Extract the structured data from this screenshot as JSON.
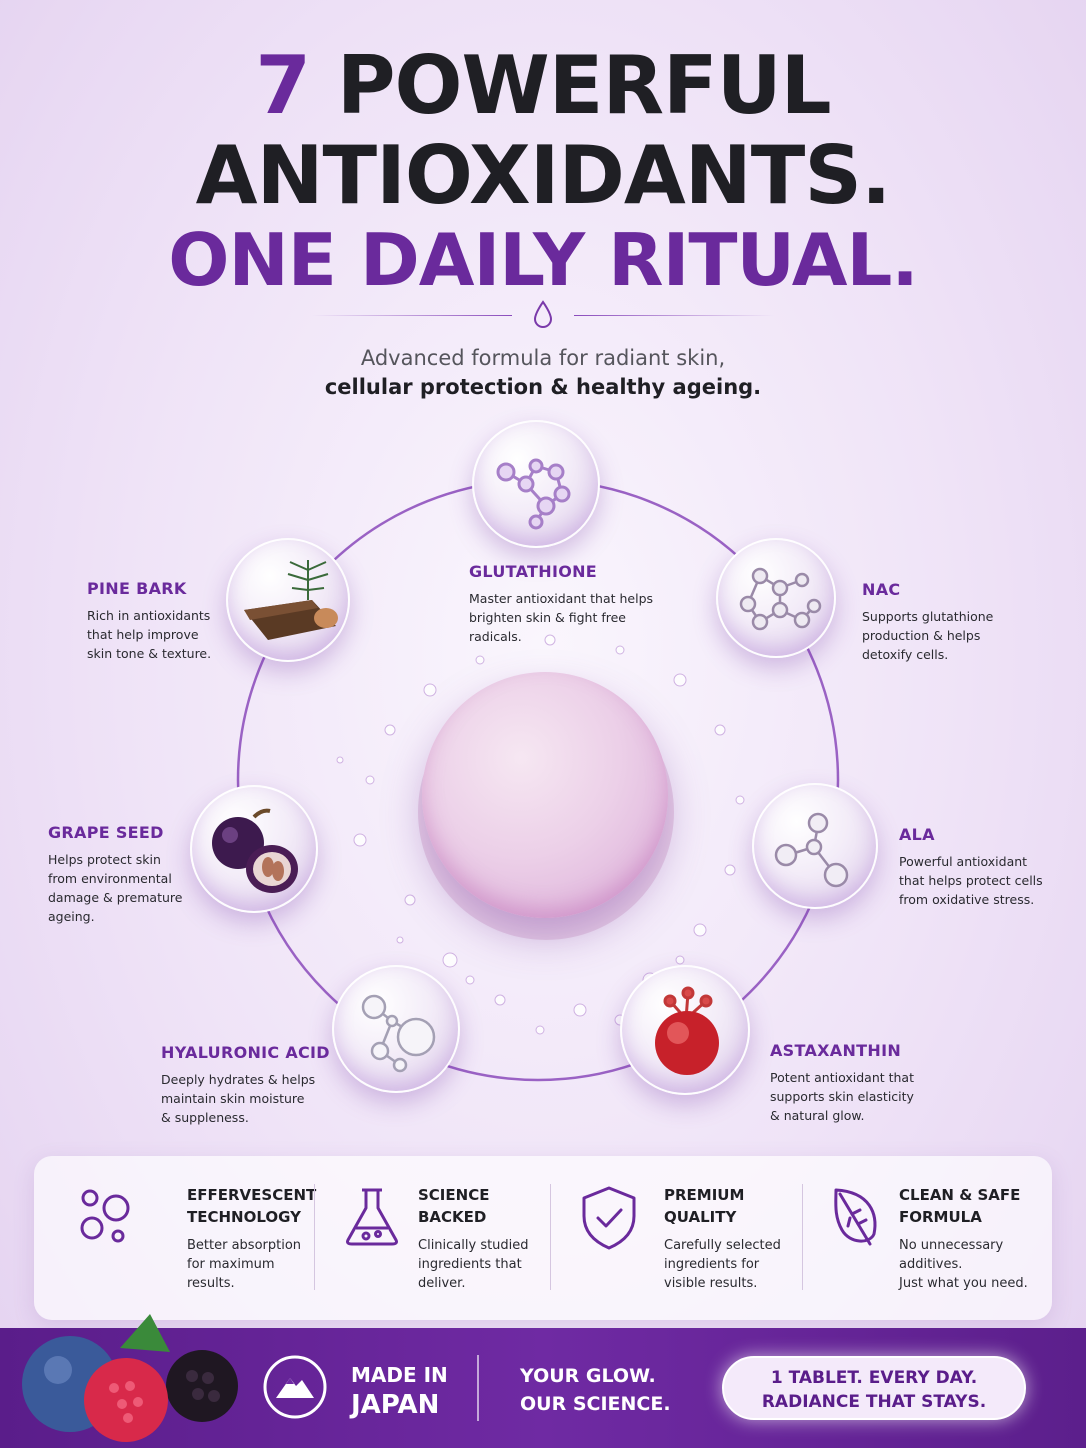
{
  "headline": {
    "line1_num": "7",
    "line1_rest": "POWERFUL",
    "line2": "ANTIOXIDANTS.",
    "line3": "ONE DAILY RITUAL."
  },
  "subtitle": {
    "line1": "Advanced formula for radiant skin,",
    "line2": "cellular protection & healthy ageing."
  },
  "ingredients": [
    {
      "title": "GLUTATHIONE",
      "desc": [
        "Master antioxidant that helps",
        "brighten skin & fight free",
        "radicals."
      ],
      "icon": "molecule-icon"
    },
    {
      "title": "NAC",
      "desc": [
        "Supports glutathione",
        "production & helps",
        "detoxify cells."
      ],
      "icon": "molecule-icon"
    },
    {
      "title": "ALA",
      "desc": [
        "Powerful antioxidant",
        "that helps protect cells",
        "from oxidative stress."
      ],
      "icon": "molecule-icon"
    },
    {
      "title": "ASTAXANTHIN",
      "desc": [
        "Potent antioxidant that",
        "supports skin elasticity",
        "& natural glow."
      ],
      "icon": "red-molecule-icon"
    },
    {
      "title": "HYALURONIC ACID",
      "desc": [
        "Deeply hydrates & helps",
        "maintain skin moisture",
        "& suppleness."
      ],
      "icon": "bubble-molecule-icon"
    },
    {
      "title": "GRAPE SEED",
      "desc": [
        "Helps protect skin",
        "from environmental",
        "damage & premature",
        "ageing."
      ],
      "icon": "grape-icon"
    },
    {
      "title": "PINE BARK",
      "desc": [
        "Rich in antioxidants",
        "that help improve",
        "skin tone & texture."
      ],
      "icon": "pine-bark-icon"
    }
  ],
  "features": [
    {
      "title": [
        "EFFERVESCENT",
        "TECHNOLOGY"
      ],
      "desc": [
        "Better absorption",
        "for maximum",
        "results."
      ],
      "icon": "bubbles-icon"
    },
    {
      "title": [
        "SCIENCE",
        "BACKED"
      ],
      "desc": [
        "Clinically studied",
        "ingredients that",
        "deliver."
      ],
      "icon": "flask-icon"
    },
    {
      "title": [
        "PREMIUM",
        "QUALITY"
      ],
      "desc": [
        "Carefully selected",
        "ingredients for",
        "visible results."
      ],
      "icon": "shield-check-icon"
    },
    {
      "title": [
        "CLEAN & SAFE",
        "FORMULA"
      ],
      "desc": [
        "No unnecessary",
        "additives.",
        "Just what you need."
      ],
      "icon": "leaf-icon"
    }
  ],
  "footer": {
    "made_in_1": "MADE IN",
    "made_in_2": "JAPAN",
    "tagline_1": "YOUR GLOW.",
    "tagline_2": "OUR SCIENCE.",
    "pill_1": "1 TABLET. EVERY DAY.",
    "pill_2": "RADIANCE THAT STAYS."
  },
  "colors": {
    "brand_purple": "#6a2a9c",
    "footer_purple": "#5a1d8a",
    "text_dark": "#1f1f24"
  }
}
